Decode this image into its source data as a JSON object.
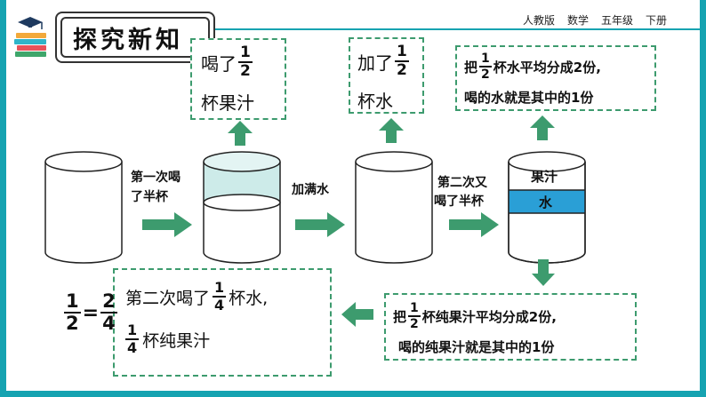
{
  "header": {
    "title": "探究新知",
    "publisher": "人教版",
    "subject": "数学",
    "grade": "五年级",
    "volume": "下册"
  },
  "boxes": {
    "drank_half": {
      "prefix": "喝了",
      "num": "1",
      "den": "2",
      "suffix": "杯果汁"
    },
    "added_half": {
      "prefix": "加了",
      "num": "1",
      "den": "2",
      "suffix": "杯水"
    },
    "water_split": {
      "line1_prefix": "把",
      "num": "1",
      "den": "2",
      "line1_suffix": "杯水平均分成2份,",
      "line2": "喝的水就是其中的1份"
    },
    "juice_split": {
      "line1_prefix": "把",
      "num": "1",
      "den": "2",
      "line1_suffix": "杯纯果汁平均分成2份,",
      "line2": "喝的纯果汁就是其中的1份"
    },
    "result": {
      "line1_prefix": "第二次喝了",
      "num1": "1",
      "den1": "4",
      "line1_suffix": "杯水,",
      "num2": "1",
      "den2": "4",
      "line2_suffix": "杯纯果汁"
    }
  },
  "steps": {
    "step1_line1": "第一次喝",
    "step1_line2": "了半杯",
    "step2": "加满水",
    "step3_line1": "第二次又",
    "step3_line2": "喝了半杯"
  },
  "cup4": {
    "juice_label": "果汁",
    "water_label": "水"
  },
  "equation": {
    "left_num": "1",
    "left_den": "2",
    "eq": "=",
    "right_num": "2",
    "right_den": "4"
  },
  "colors": {
    "arrow": "#3d9b6e",
    "frame": "#16a3b1",
    "juice_tint": "#cdebe9",
    "water_band": "#2a9fd6"
  }
}
